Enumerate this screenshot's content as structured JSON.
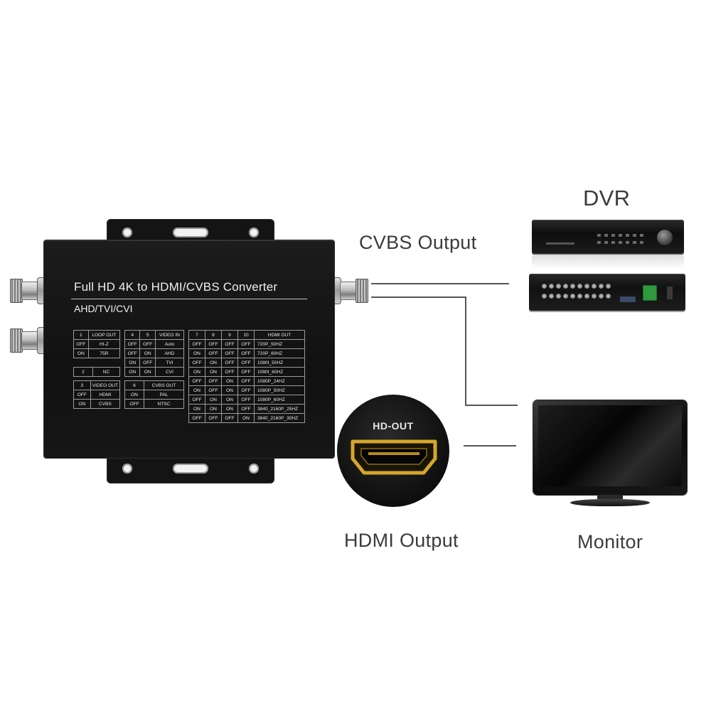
{
  "device": {
    "title": "Full HD 4K to HDMI/CVBS Converter",
    "subtitle": "AHD/TVI/CVI",
    "tables": {
      "loop_out": {
        "header": [
          "1",
          "LOOP OUT"
        ],
        "rows": [
          [
            "OFF",
            "HI-Z"
          ],
          [
            "ON",
            "75R"
          ]
        ]
      },
      "nc": {
        "row": [
          "2",
          "NC"
        ]
      },
      "video_out": {
        "header": [
          "3",
          "VIDEO OUT"
        ],
        "rows": [
          [
            "OFF",
            "HDMI"
          ],
          [
            "ON",
            "CVBS"
          ]
        ]
      },
      "video_in": {
        "header": [
          "4",
          "5",
          "VIDEO IN"
        ],
        "rows": [
          [
            "OFF",
            "OFF",
            "Auto"
          ],
          [
            "OFF",
            "ON",
            "AHD"
          ],
          [
            "ON",
            "OFF",
            "TVI"
          ],
          [
            "ON",
            "ON",
            "CVI"
          ]
        ]
      },
      "cvbs_out": {
        "header": [
          "6",
          "CVBS OUT"
        ],
        "rows": [
          [
            "ON",
            "PAL"
          ],
          [
            "OFF",
            "NTSC"
          ]
        ]
      },
      "hdmi_out": {
        "header": [
          "7",
          "8",
          "9",
          "10",
          "HDMI OUT"
        ],
        "rows": [
          [
            "OFF",
            "OFF",
            "OFF",
            "OFF",
            "720P_50HZ"
          ],
          [
            "ON",
            "OFF",
            "OFF",
            "OFF",
            "720P_60HZ"
          ],
          [
            "OFF",
            "ON",
            "OFF",
            "OFF",
            "1080I_50HZ"
          ],
          [
            "ON",
            "ON",
            "OFF",
            "OFF",
            "1080I_60HZ"
          ],
          [
            "OFF",
            "OFF",
            "ON",
            "OFF",
            "1080P_24HZ"
          ],
          [
            "ON",
            "OFF",
            "ON",
            "OFF",
            "1080P_50HZ"
          ],
          [
            "OFF",
            "ON",
            "ON",
            "OFF",
            "1080P_60HZ"
          ],
          [
            "ON",
            "ON",
            "ON",
            "OFF",
            "3840_2160P_25HZ"
          ],
          [
            "OFF",
            "OFF",
            "OFF",
            "ON",
            "3840_2160P_30HZ"
          ]
        ]
      }
    }
  },
  "labels": {
    "cvbs_output": "CVBS Output",
    "dvr": "DVR",
    "hdmi_output": "HDMI Output",
    "monitor": "Monitor",
    "hdmi_port": "HD-OUT"
  },
  "colors": {
    "device_body": "#141414",
    "hdmi_gold": "#d4a62a",
    "line": "#555555",
    "label": "#3b3b3b"
  }
}
